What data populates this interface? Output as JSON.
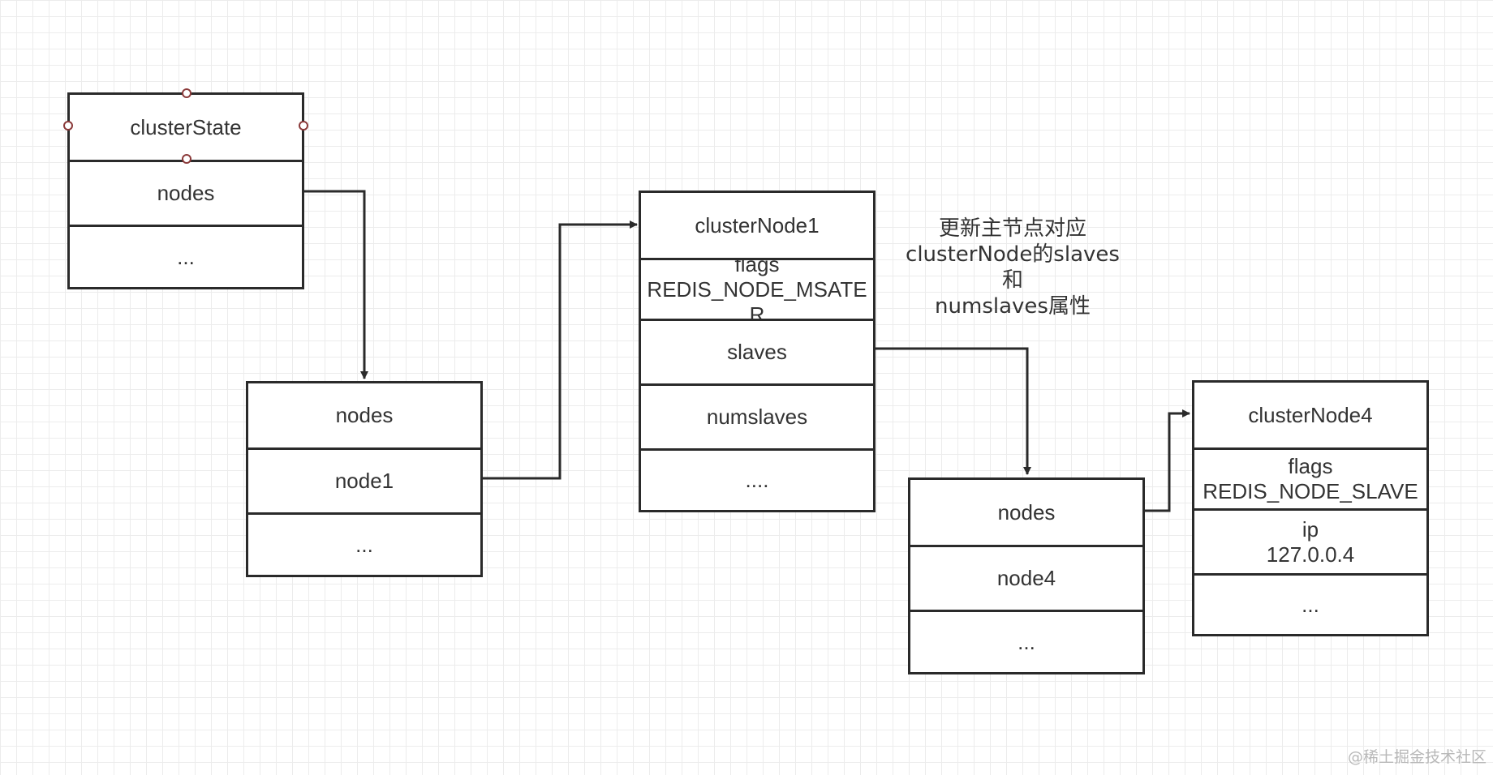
{
  "boxes": {
    "cluster_state": {
      "title": "clusterState",
      "rows": [
        "nodes",
        "..."
      ]
    },
    "nodes_dict_1": {
      "rows": [
        "nodes",
        "node1",
        "..."
      ]
    },
    "cluster_node_1": {
      "title": "clusterNode1",
      "flags_label": "flags",
      "flags_value": "REDIS_NODE_MSATER",
      "rows": [
        "slaves",
        "numslaves",
        "...."
      ]
    },
    "nodes_dict_4": {
      "rows": [
        "nodes",
        "node4",
        "..."
      ]
    },
    "cluster_node_4": {
      "title": "clusterNode4",
      "flags_label": "flags",
      "flags_value": "REDIS_NODE_SLAVE",
      "ip_label": "ip",
      "ip_value": "127.0.0.4",
      "rows": [
        "..."
      ]
    }
  },
  "annotation": {
    "lines": [
      "更新主节点对应",
      "clusterNode的slaves和",
      "numslaves属性"
    ]
  },
  "watermark": "@稀土掘金技术社区",
  "colors": {
    "line": "#2a2a2a",
    "text": "#333333",
    "handle": "#8b3a3a",
    "grid": "#ececec"
  }
}
